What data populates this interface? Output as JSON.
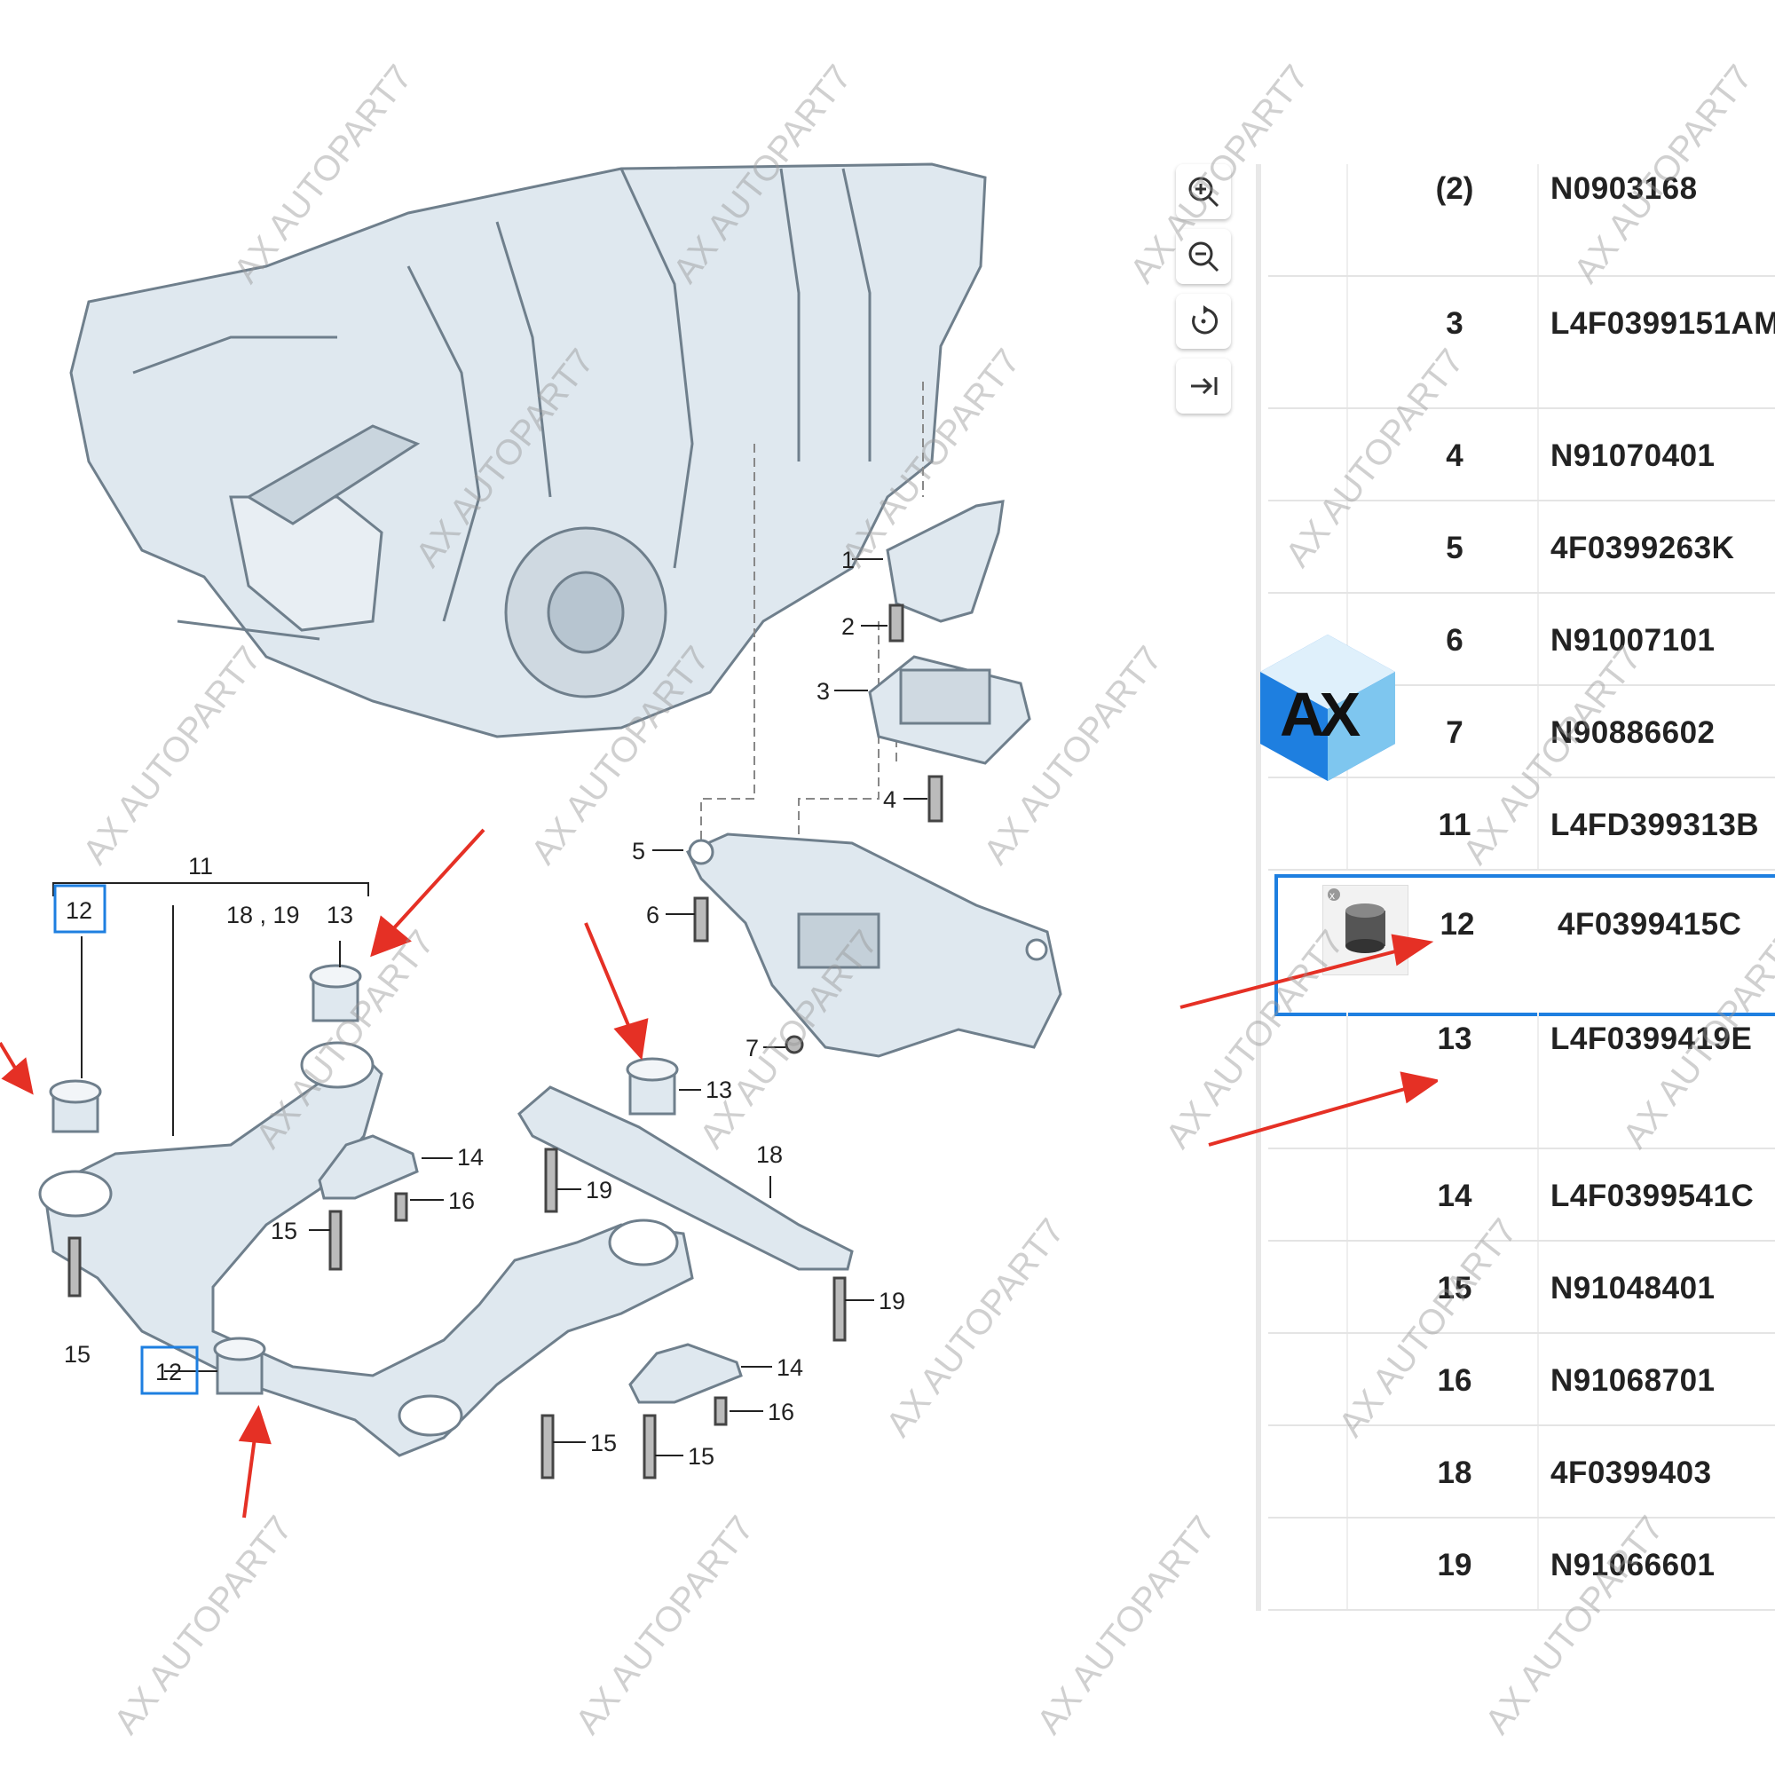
{
  "toolbar": {
    "zoom_in_icon": "zoom-in-icon",
    "zoom_out_icon": "zoom-out-icon",
    "reset_icon": "rotate-reset-icon",
    "collapse_icon": "arrow-to-right-icon"
  },
  "watermark_text": "AX AUTOPART7",
  "logo_text": "AX",
  "colors": {
    "selection": "#1e7fe0",
    "arrow": "#e53025",
    "logo_blue": "#1e7fe0",
    "logo_light": "#7ec6ef"
  },
  "diagram": {
    "callouts": {
      "c1": "1",
      "c2": "2",
      "c3": "3",
      "c4": "4",
      "c5": "5",
      "c6": "6",
      "c7": "7",
      "c11": "11",
      "c12a": "12",
      "c12b": "12",
      "c1819": "18 , 19",
      "c13a": "13",
      "c13b": "13",
      "c14a": "14",
      "c14b": "14",
      "c15a": "15",
      "c15b": "15",
      "c15c": "15",
      "c15d": "15",
      "c16a": "16",
      "c16b": "16",
      "c18": "18",
      "c19a": "19",
      "c19b": "19"
    }
  },
  "parts_table": {
    "rows": [
      {
        "pos": "(2)",
        "part": "N0903168"
      },
      {
        "pos": "3",
        "part": "L4F0399151AM"
      },
      {
        "pos": "4",
        "part": "N91070401"
      },
      {
        "pos": "5",
        "part": "4F0399263K"
      },
      {
        "pos": "6",
        "part": "N91007101"
      },
      {
        "pos": "7",
        "part": "N90886602"
      },
      {
        "pos": "11",
        "part": "L4FD399313B"
      },
      {
        "pos": "12",
        "part": "4F0399415C",
        "selected": true
      },
      {
        "pos": "13",
        "part": "L4F0399419E"
      },
      {
        "pos": "14",
        "part": "L4F0399541C"
      },
      {
        "pos": "15",
        "part": "N91048401"
      },
      {
        "pos": "16",
        "part": "N91068701"
      },
      {
        "pos": "18",
        "part": "4F0399403"
      },
      {
        "pos": "19",
        "part": "N91066601"
      }
    ]
  }
}
